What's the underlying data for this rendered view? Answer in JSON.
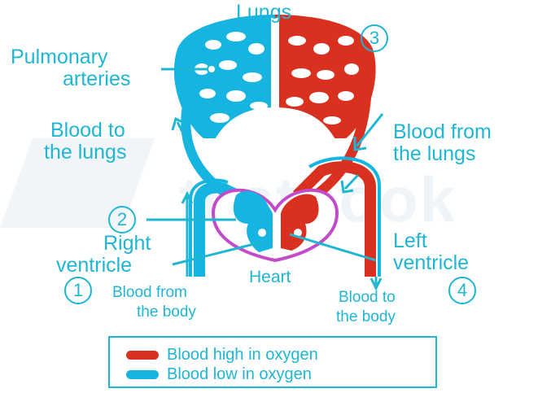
{
  "watermark": {
    "text": "testbook"
  },
  "labels": {
    "lungs": "Lungs",
    "pulmonary_line1": "Pulmonary",
    "pulmonary_line2": "arteries",
    "blood_to_lungs_line1": "Blood to",
    "blood_to_lungs_line2": "the lungs",
    "blood_from_lungs_line1": "Blood from",
    "blood_from_lungs_line2": "the lungs",
    "right_ventricle_line1": "Right",
    "right_ventricle_line2": "ventricle",
    "left_ventricle_line1": "Left",
    "left_ventricle_line2": "ventricle",
    "heart": "Heart",
    "from_body_line1": "Blood from",
    "from_body_line2": "the body",
    "to_body_line1": "Blood to",
    "to_body_line2": "the body"
  },
  "numbers": {
    "n1": "1",
    "n2": "2",
    "n3": "3",
    "n4": "4"
  },
  "legend": {
    "items": [
      {
        "label": "Blood high in oxygen",
        "color": "#d9301f"
      },
      {
        "label": "Blood low in oxygen",
        "color": "#16b4e0"
      }
    ]
  },
  "colors": {
    "oxygen_rich": "#d9301f",
    "oxygen_poor": "#16b4e0",
    "heart_outline": "#c24bc9",
    "text": "#1fb6d4"
  }
}
